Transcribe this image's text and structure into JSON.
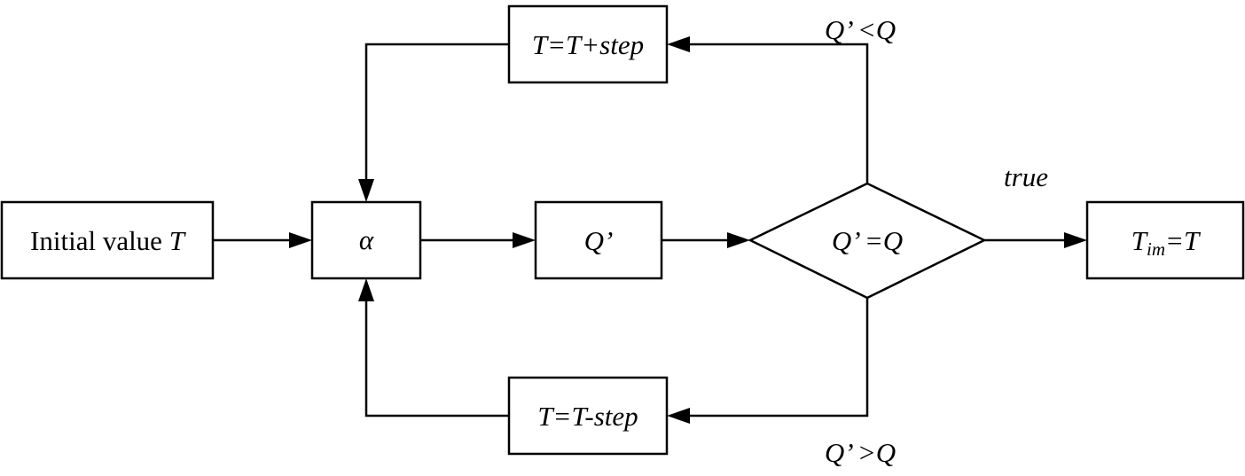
{
  "nodes": {
    "initial": {
      "text": "Initial value ",
      "var": "T"
    },
    "alpha": {
      "text": "α"
    },
    "q_prime": {
      "text": "Q’"
    },
    "decision": {
      "text": "Q’ =Q"
    },
    "increase": {
      "text": "T=T+step"
    },
    "decrease": {
      "text": "T=T-step"
    },
    "result": {
      "main": "T",
      "sub": "im",
      "rest": "=T"
    }
  },
  "edge_labels": {
    "less": "Q’ <Q",
    "greater": "Q’ >Q",
    "true": "true"
  }
}
